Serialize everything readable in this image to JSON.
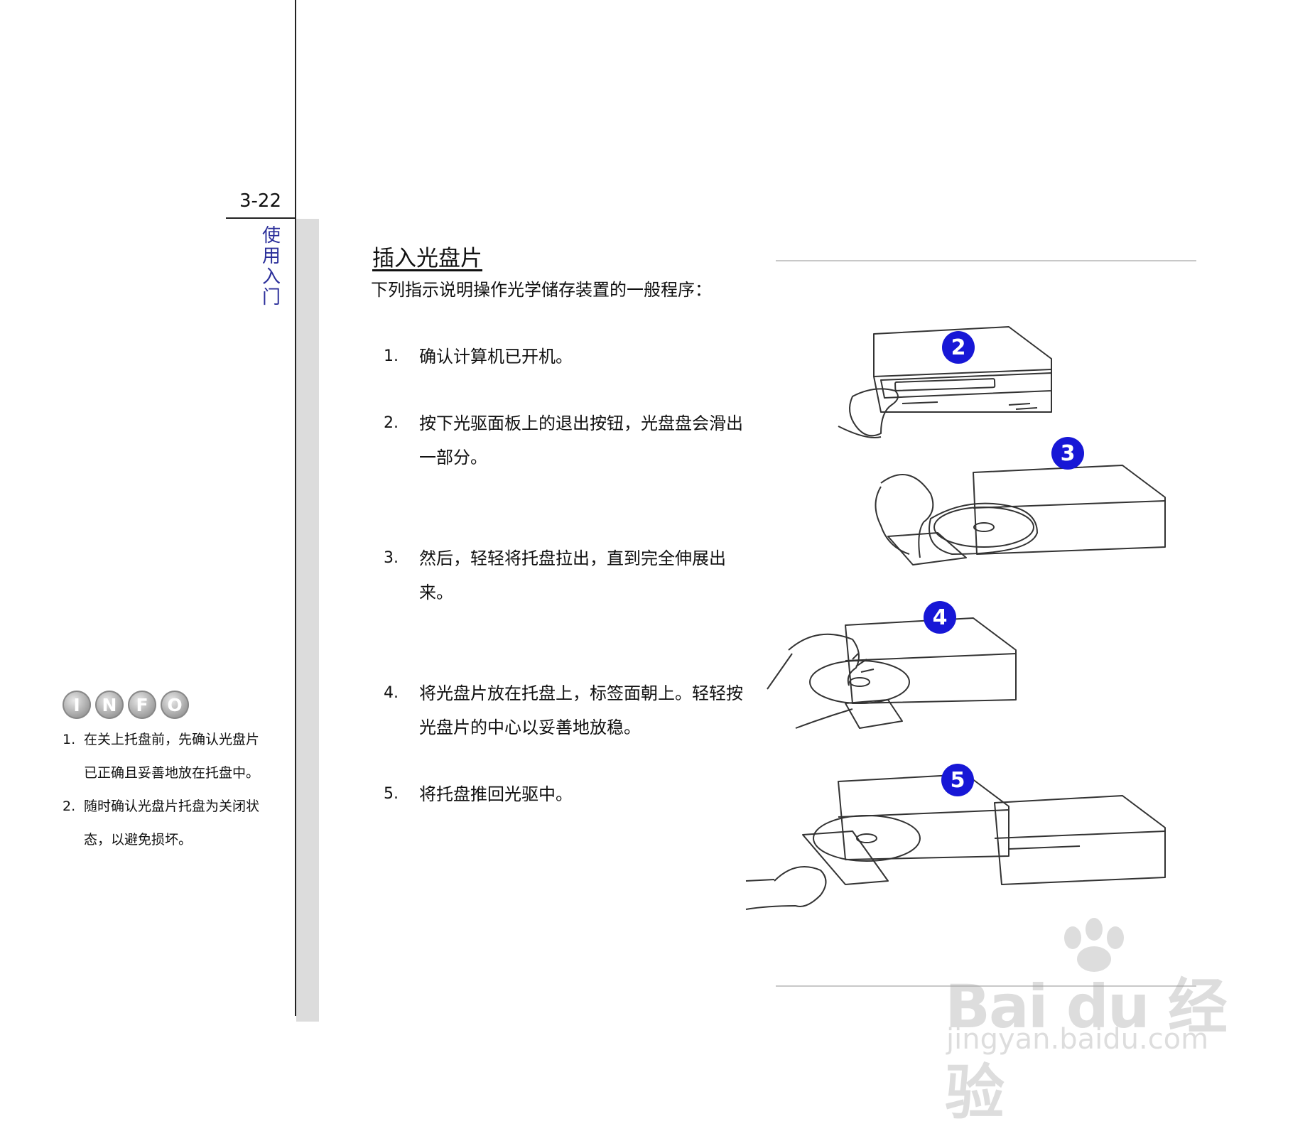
{
  "page": {
    "number": "3-22",
    "section_chars": [
      "使",
      "用",
      "入",
      "门"
    ]
  },
  "main": {
    "title": "插入光盘片",
    "intro": "下列指示说明操作光学储存装置的一般程序：",
    "steps": [
      {
        "num": "1.",
        "text": "确认计算机已开机。"
      },
      {
        "num": "2.",
        "text": "按下光驱面板上的退出按钮，光盘盘会滑出一部分。"
      },
      {
        "num": "3.",
        "text": "然后，轻轻将托盘拉出，直到完全伸展出来。"
      },
      {
        "num": "4.",
        "text": "将光盘片放在托盘上，标签面朝上。轻轻按光盘片的中心以妥善地放稳。"
      },
      {
        "num": "5.",
        "text": "将托盘推回光驱中。"
      }
    ]
  },
  "info": {
    "badge_letters": [
      "I",
      "N",
      "F",
      "O"
    ],
    "items": [
      {
        "num": "1.",
        "text": "在关上托盘前，先确认光盘片已正确且妥善地放在托盘中。"
      },
      {
        "num": "2.",
        "text": "随时确认光盘片托盘为关闭状态，以避免损坏。"
      }
    ]
  },
  "figure": {
    "badges": [
      "2",
      "3",
      "4",
      "5"
    ],
    "badge_color": "#1717d6"
  },
  "watermark": {
    "brand": "Bai du 经验",
    "url": "jingyan.baidu.com"
  }
}
